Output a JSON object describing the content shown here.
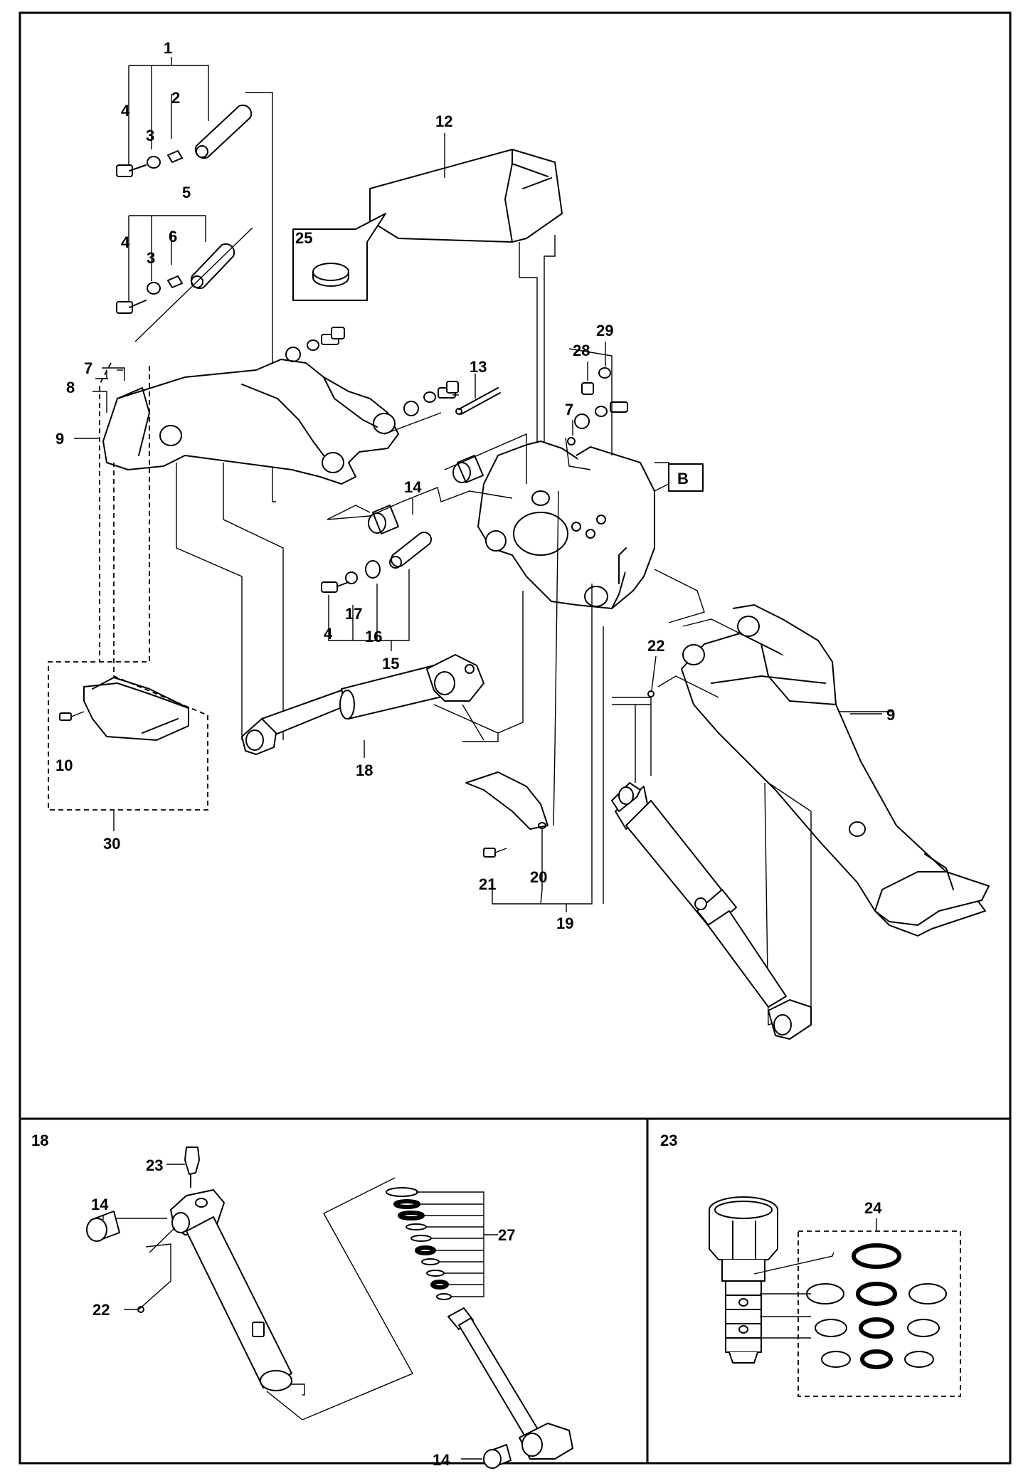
{
  "diagram": {
    "callout_box_b": "B",
    "labels": {
      "l1": "1",
      "l2": "2",
      "l3a": "3",
      "l3b": "3",
      "l4a": "4",
      "l4b": "4",
      "l4c": "4",
      "l5": "5",
      "l6": "6",
      "l7a": "7",
      "l7b": "7",
      "l8": "8",
      "l9a": "9",
      "l9b": "9",
      "l10": "10",
      "l12": "12",
      "l13": "13",
      "l14a": "14",
      "l15": "15",
      "l16": "16",
      "l17": "17",
      "l18a": "18",
      "l19": "19",
      "l20": "20",
      "l21": "21",
      "l22a": "22",
      "l25": "25",
      "l28": "28",
      "l29": "29",
      "l30": "30"
    },
    "panel_cylinder": {
      "title": "18",
      "labels": {
        "l23": "23",
        "l14b": "14",
        "l22b": "22",
        "l27": "27",
        "l14c": "14"
      }
    },
    "panel_valve": {
      "title": "23",
      "labels": {
        "l24": "24"
      }
    }
  }
}
